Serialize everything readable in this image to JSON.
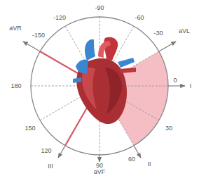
{
  "diagram": {
    "labels": [
      "-90",
      "-120",
      "-60",
      "aVR",
      "aVL",
      "-150",
      "-30",
      "180",
      "0",
      "I",
      "150",
      "30",
      "120",
      "60",
      "III",
      "II",
      "90",
      "aVF"
    ]
  }
}
